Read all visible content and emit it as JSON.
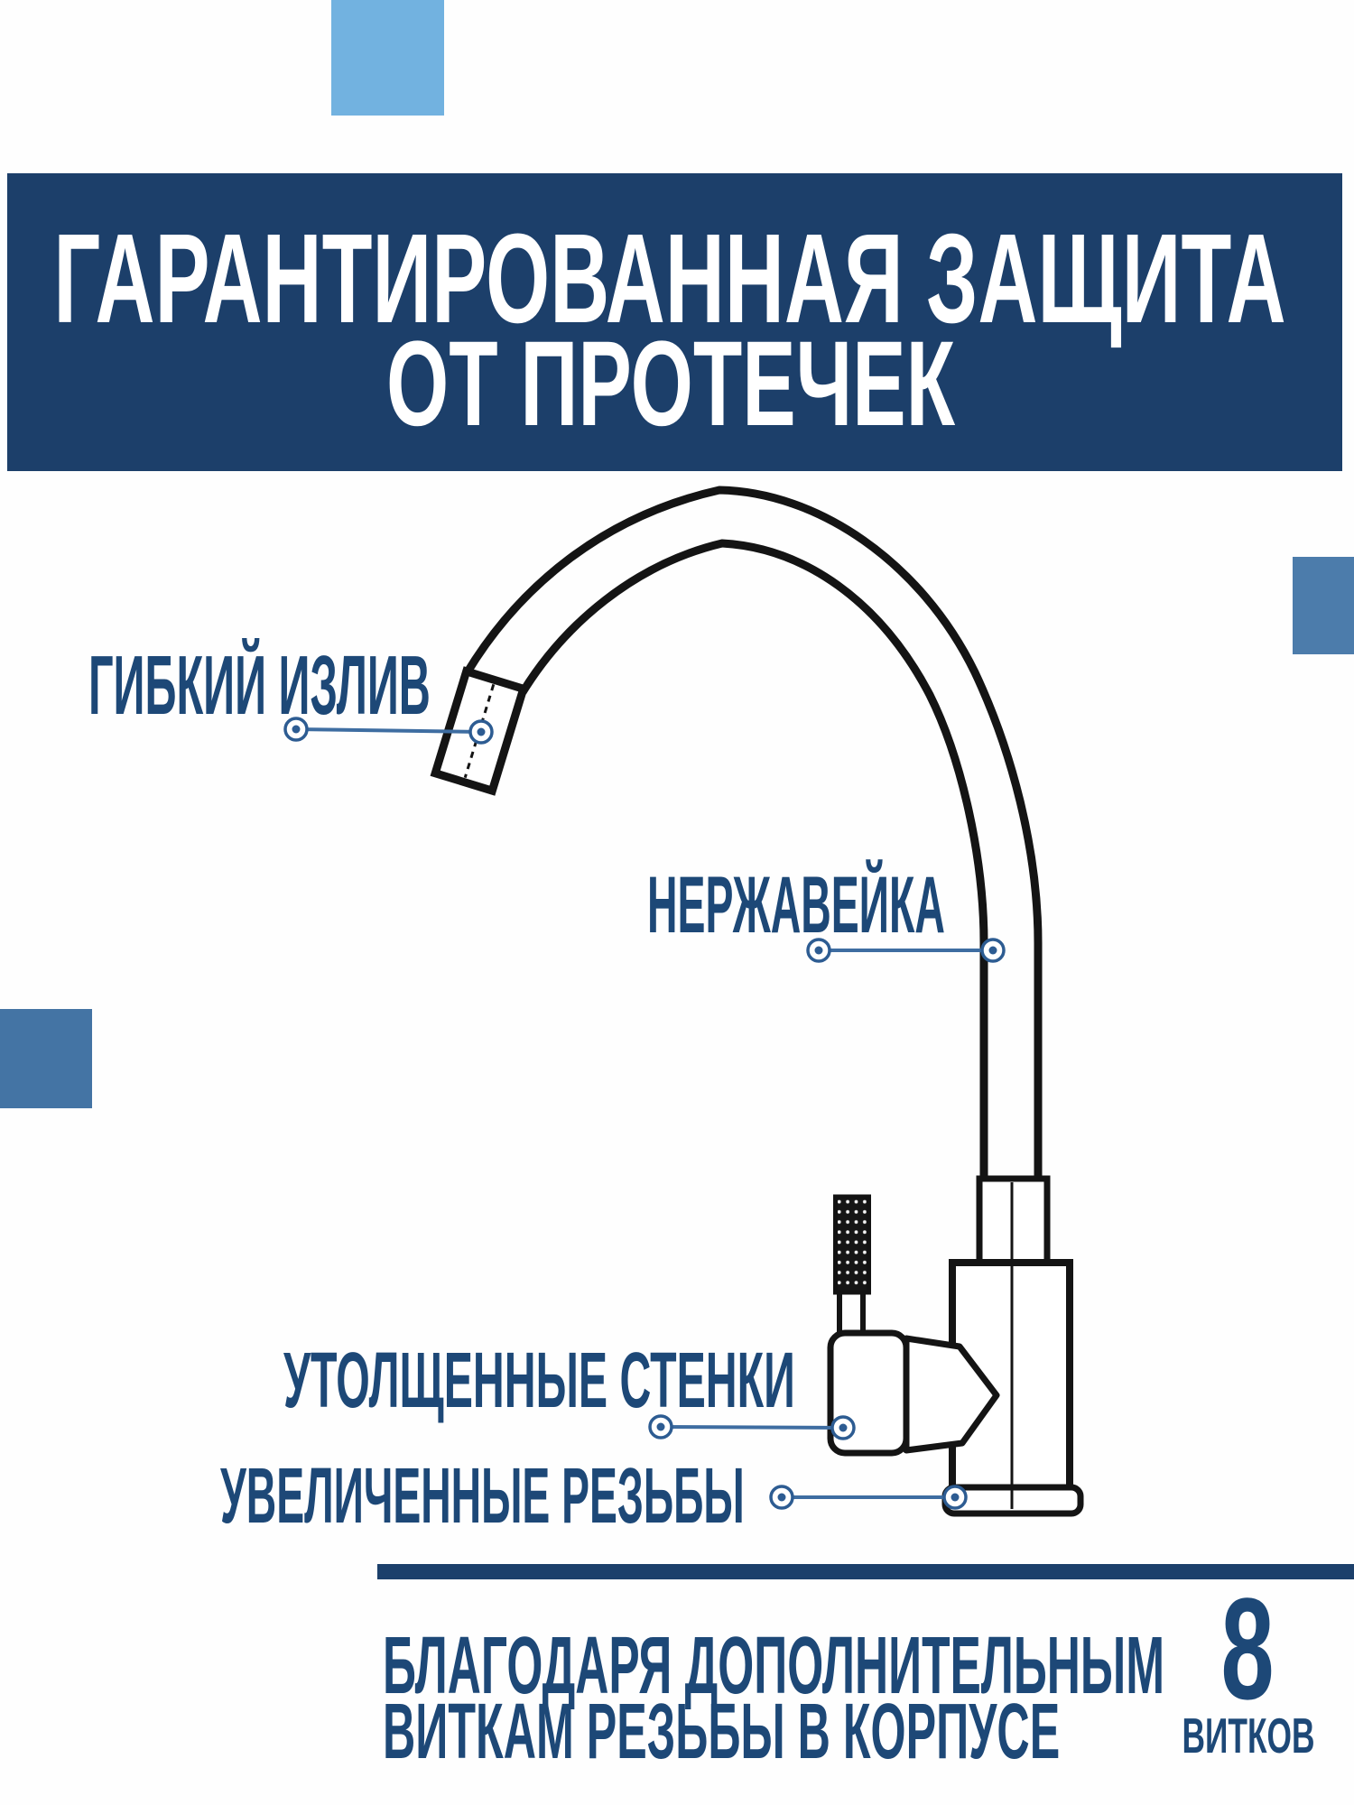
{
  "theme": {
    "bg": "#fefefe",
    "banner_bg": "#1c3f6a",
    "banner_text": "#ffffff",
    "label_color": "#1d4877",
    "leader_color": "#3e6da1",
    "dot_color": "#2d5c92",
    "line_color": "#141414",
    "divider_color": "#1c406b",
    "square_top": "#72b2e0",
    "square_left": "#4474a4",
    "square_right": "#4c7cab"
  },
  "banner": {
    "line1": "ГАРАНТИРОВАННАЯ ЗАЩИТА",
    "line2": "ОТ ПРОТЕЧЕК"
  },
  "callouts": [
    {
      "id": "flexible-spout",
      "label": "ГИБКИЙ ИЗЛИВ"
    },
    {
      "id": "stainless-steel",
      "label": "НЕРЖАВЕЙКА"
    },
    {
      "id": "thick-walls",
      "label": "УТОЛЩЕННЫЕ СТЕНКИ"
    },
    {
      "id": "enlarged-threads",
      "label": "УВЕЛИЧЕННЫЕ РЕЗЬБЫ"
    }
  ],
  "footer": {
    "line1": "БЛАГОДАРЯ ДОПОЛНИТЕЛЬНЫМ",
    "line2": "ВИТКАМ РЕЗЬБЫ В КОРПУСЕ",
    "big_number": "8",
    "big_number_caption": "ВИТКОВ"
  }
}
